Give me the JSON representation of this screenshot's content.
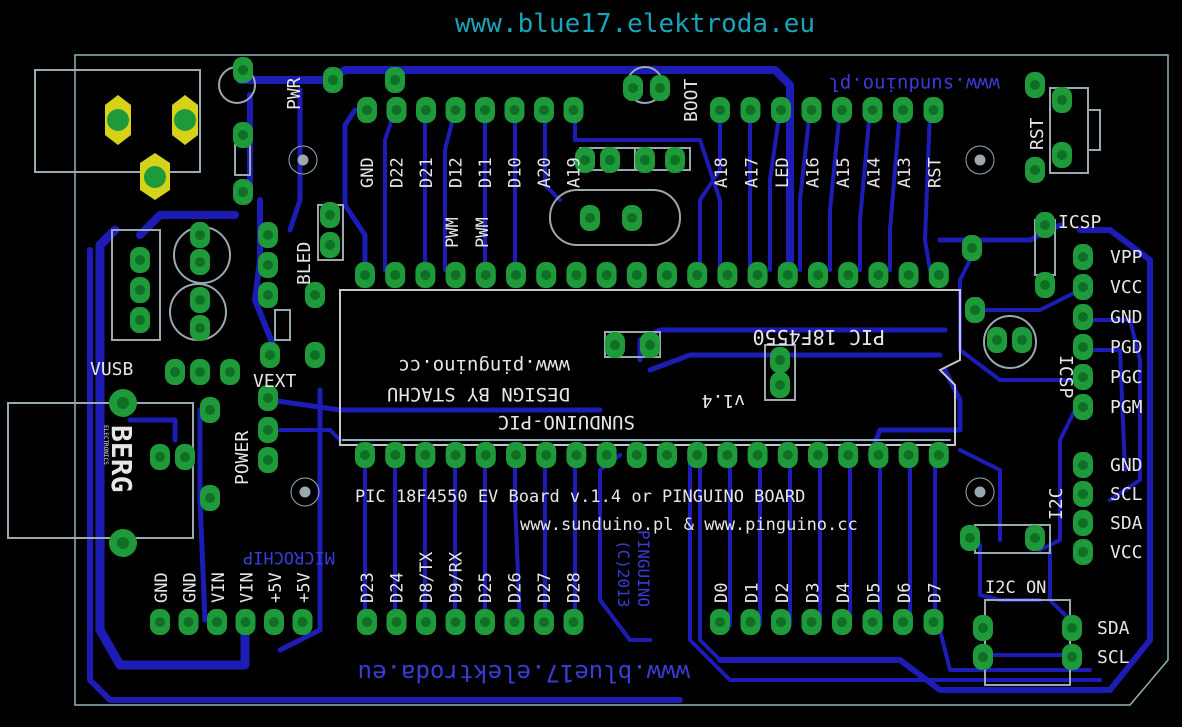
{
  "colors": {
    "background": "#000000",
    "outline": "#8fb4bd",
    "trace": "#1d1db5",
    "trace_dark": "#14148a",
    "pad": "#1f9a3a",
    "pad_hole": "#0f6f24",
    "silk": "#e6e6e6",
    "blue_text": "#3b3bd6",
    "cyan_text": "#19a4b8",
    "power_jack_ring": "#d6d21a"
  },
  "top_url": "www.blue17.elektroda.eu",
  "bottom_url_mirrored": "www.blue17.elektroda.eu",
  "top_right_url_mirrored": "www.sunduino.pl",
  "pwr_label": "PWR",
  "boot_label": "BOOT",
  "rst_label": "RST",
  "bled_label": "BLED",
  "icsp_label": "ICSP",
  "vusb_label": "VUSB",
  "vext_label": "VEXT",
  "power_label": "POWER",
  "berg_label": "BERG",
  "berg_sub": "ELECTRONICS",
  "i2c_label": "I2C",
  "icsp_pin_group": "ICSP",
  "i2c_on_label": "I2C  ON",
  "top_header_left": [
    "GND",
    "D22",
    "D21",
    "D12",
    "D11",
    "D10",
    "A20",
    "A19"
  ],
  "pwm_labels": [
    "PWM",
    "PWM"
  ],
  "top_header_right": [
    "A18",
    "A17",
    "LED",
    "A16",
    "A15",
    "A14",
    "A13",
    "RST"
  ],
  "chip_name_mirrored": "PIC 18F4550",
  "chip_version_mirrored": "v1.4",
  "chip_text_mirrored": [
    "www.pinguino.cc",
    "DESIGN BY STACHU",
    "SUNDUINO-PIC"
  ],
  "board_title": "PIC 18F4550  EV Board v.1.4 or PINGUINO BOARD",
  "board_urls": "www.sunduino.pl & www.pinguino.cc",
  "microchip_mirrored": "MICROCHIP",
  "copyright_mirrored": [
    "(C)2013",
    "PINGUINO"
  ],
  "icsp_pins": [
    "VPP",
    "VCC",
    "GND",
    "PGD",
    "PGC",
    "PGM"
  ],
  "i2c_pins": [
    "GND",
    "SCL",
    "SDA",
    "VCC"
  ],
  "i2c_switch_pins": [
    "SDA",
    "SCL"
  ],
  "power_header": [
    "GND",
    "GND",
    "VIN",
    "VIN",
    "+5V",
    "+5V"
  ],
  "bottom_header_left": [
    "D23",
    "D24",
    "D8/TX",
    "D9/RX",
    "D25",
    "D26",
    "D27",
    "D28"
  ],
  "bottom_header_right": [
    "D0",
    "D1",
    "D2",
    "D3",
    "D4",
    "D5",
    "D6",
    "D7"
  ]
}
